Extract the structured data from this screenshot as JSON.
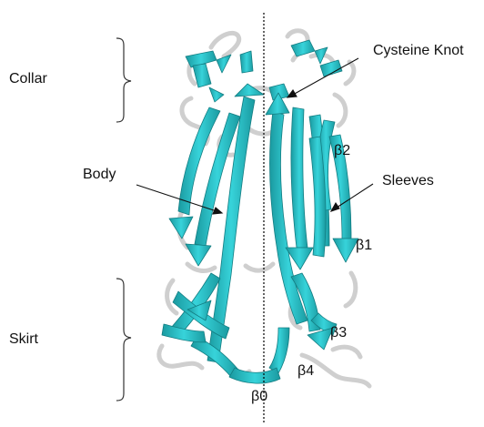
{
  "labels": {
    "collar": "Collar",
    "body": "Body",
    "skirt": "Skirt",
    "cysteine_knot": "Cysteine Knot",
    "sleeves": "Sleeves"
  },
  "strands": {
    "b0": "β0",
    "b1": "β1",
    "b2": "β2",
    "b3": "β3",
    "b4": "β4"
  },
  "colors": {
    "sheet": "#2ec8cf",
    "sheet_dark": "#17959b",
    "coil": "#d7d7d7",
    "axis": "#000000",
    "text": "#111111"
  }
}
